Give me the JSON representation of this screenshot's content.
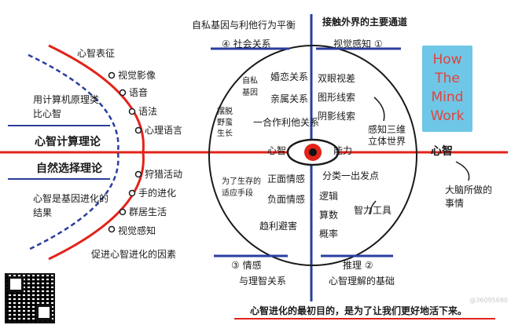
{
  "top": {
    "left_title": "自私基因与利他行为平衡",
    "right_title": "接触外界的主要通道"
  },
  "quadrants": {
    "social": {
      "label": "④ 社会关系",
      "items": [
        "自私基因",
        "婚恋关系",
        "亲属关系",
        "一合作利他关系",
        "摆脱野蛮生长"
      ]
    },
    "vision": {
      "label": "视觉感知 ①",
      "items": [
        "双眼视差",
        "图形线索",
        "阴影线索",
        "感知三维立体世界"
      ]
    },
    "emotion": {
      "label": "③ 情感",
      "sub": "与理智关系",
      "items": [
        "为了生存的适应手段",
        "正面情感",
        "负面情感",
        "趋利避害"
      ]
    },
    "reasoning": {
      "label": "推理 ②",
      "sub": "心智理解的基础",
      "items": [
        "分类一出发点",
        "逻辑",
        "算数",
        "概率",
        "智力工具"
      ]
    }
  },
  "center": {
    "left_label": "心智",
    "right_label": "能力"
  },
  "right": {
    "node": "心智",
    "note": "大脑所做的事情"
  },
  "left": {
    "arc_title": "心智表征",
    "arc_items": [
      "视觉影像",
      "语音",
      "语法",
      "心理语言"
    ],
    "computer_note": "用计算机原理类比心智",
    "computing_theory": "心智计算理论",
    "selection_theory": "自然选择理论",
    "gene_note": "心智是基因进化的结果",
    "lower_items": [
      "狩猎活动",
      "手的进化",
      "群居生活",
      "视觉感知"
    ],
    "factors": "促进心智进化的因素"
  },
  "book": {
    "lines": [
      "How",
      "The",
      "Mind",
      "Work"
    ]
  },
  "footer": {
    "conclusion": "心智进化的最初目的，是为了让我们更好地活下来。",
    "watermark": "@36095680"
  },
  "colors": {
    "red": "#e2231a",
    "blue": "#2a3e9c",
    "book_bg": "#6ec7e6"
  }
}
